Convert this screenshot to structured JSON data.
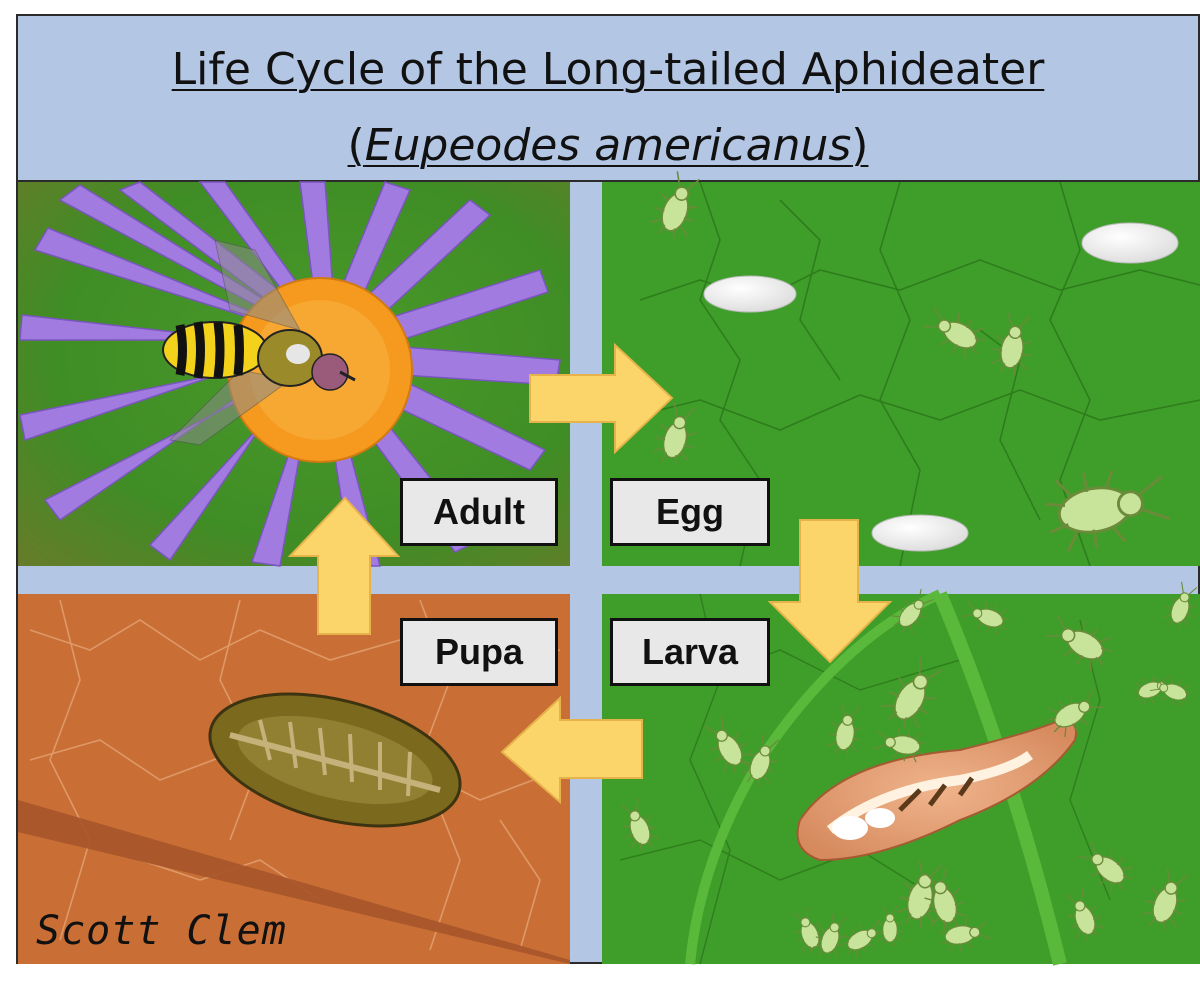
{
  "title": {
    "line1": "Life Cycle of the Long-tailed Aphideater",
    "line2_open": "(",
    "line2_species": "Eupeodes americanus",
    "line2_close": ")"
  },
  "stages": {
    "adult": "Adult",
    "egg": "Egg",
    "larva": "Larva",
    "pupa": "Pupa"
  },
  "signature": "Scott Clem",
  "colors": {
    "background_frame": "#b3c6e3",
    "leaf_green": "#3f9e2a",
    "soil_orange": "#c96f35",
    "arrow_yellow": "#fcd56a",
    "petal_purple": "#a27be0",
    "flower_center": "#f59a1e",
    "aphid_green": "#c8e39a",
    "egg_white": "#f4f4f4"
  }
}
